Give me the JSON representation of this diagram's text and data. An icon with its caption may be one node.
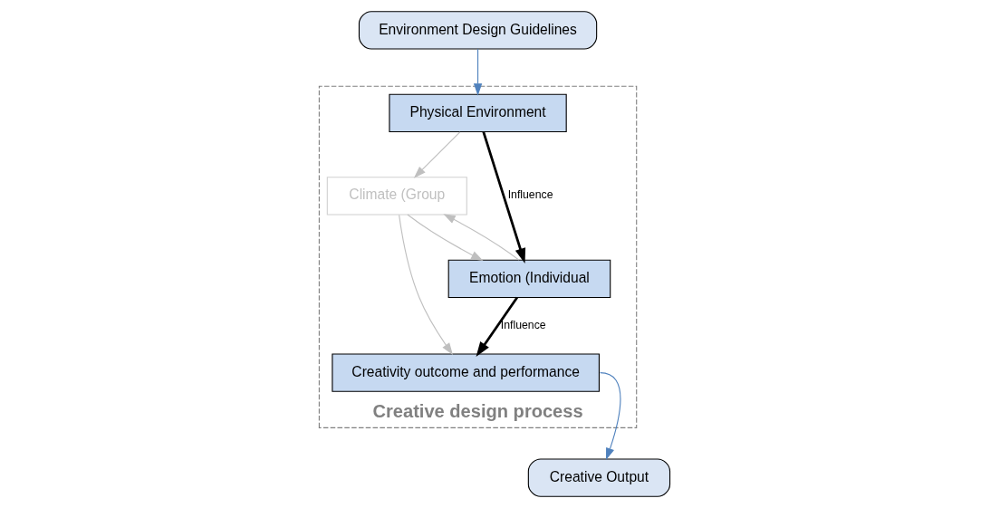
{
  "diagram": {
    "nodes": [
      {
        "text": [
          "Creative design process"
        ]
      },
      {
        "text": [
          "Environment Design Guidelines"
        ]
      },
      {
        "text": [
          "Physical Environment"
        ],
        "in": 0
      },
      {
        "text": [
          "Climate (Group"
        ],
        "in": 0
      },
      {
        "text": [
          "Emotion (Individual"
        ],
        "in": 0
      },
      {
        "text": [
          "Creativity outcome and performance"
        ],
        "in": 0
      },
      {
        "text": [
          "Creative Output"
        ]
      }
    ],
    "edges": [
      {
        "from": 1,
        "to": 2,
        "arrow": "to",
        "color": "#4f81bd"
      },
      {
        "from": 2,
        "to": 3,
        "arrow": "to",
        "color": "#bfbfbf"
      },
      {
        "from": 2,
        "to": 4,
        "arrow": "to",
        "label": "Influence",
        "style": "thick",
        "color": "#000000"
      },
      {
        "from": 3,
        "to": 4,
        "arrow": "to",
        "color": "#bfbfbf"
      },
      {
        "from": 4,
        "to": 3,
        "arrow": "to",
        "color": "#bfbfbf"
      },
      {
        "from": 3,
        "to": 5,
        "arrow": "to",
        "color": "#bfbfbf"
      },
      {
        "from": 4,
        "to": 5,
        "arrow": "to",
        "label": "Influence",
        "style": "thick",
        "color": "#000000"
      },
      {
        "from": 5,
        "to": 6,
        "arrow": "to",
        "color": "#4f81bd"
      }
    ]
  }
}
